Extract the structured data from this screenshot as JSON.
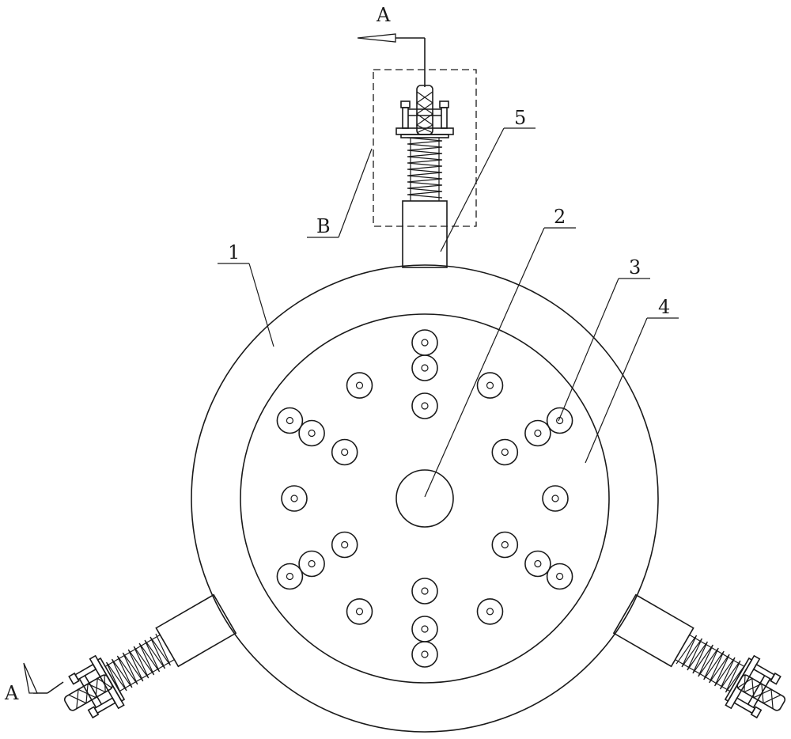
{
  "labels": {
    "part1": "1",
    "part2": "2",
    "part3": "3",
    "part4": "4",
    "part5": "5",
    "detail": "B",
    "section_top": "A",
    "section_left": "A"
  },
  "holes": {
    "count": 24
  },
  "assemblies": {
    "count": 3
  }
}
